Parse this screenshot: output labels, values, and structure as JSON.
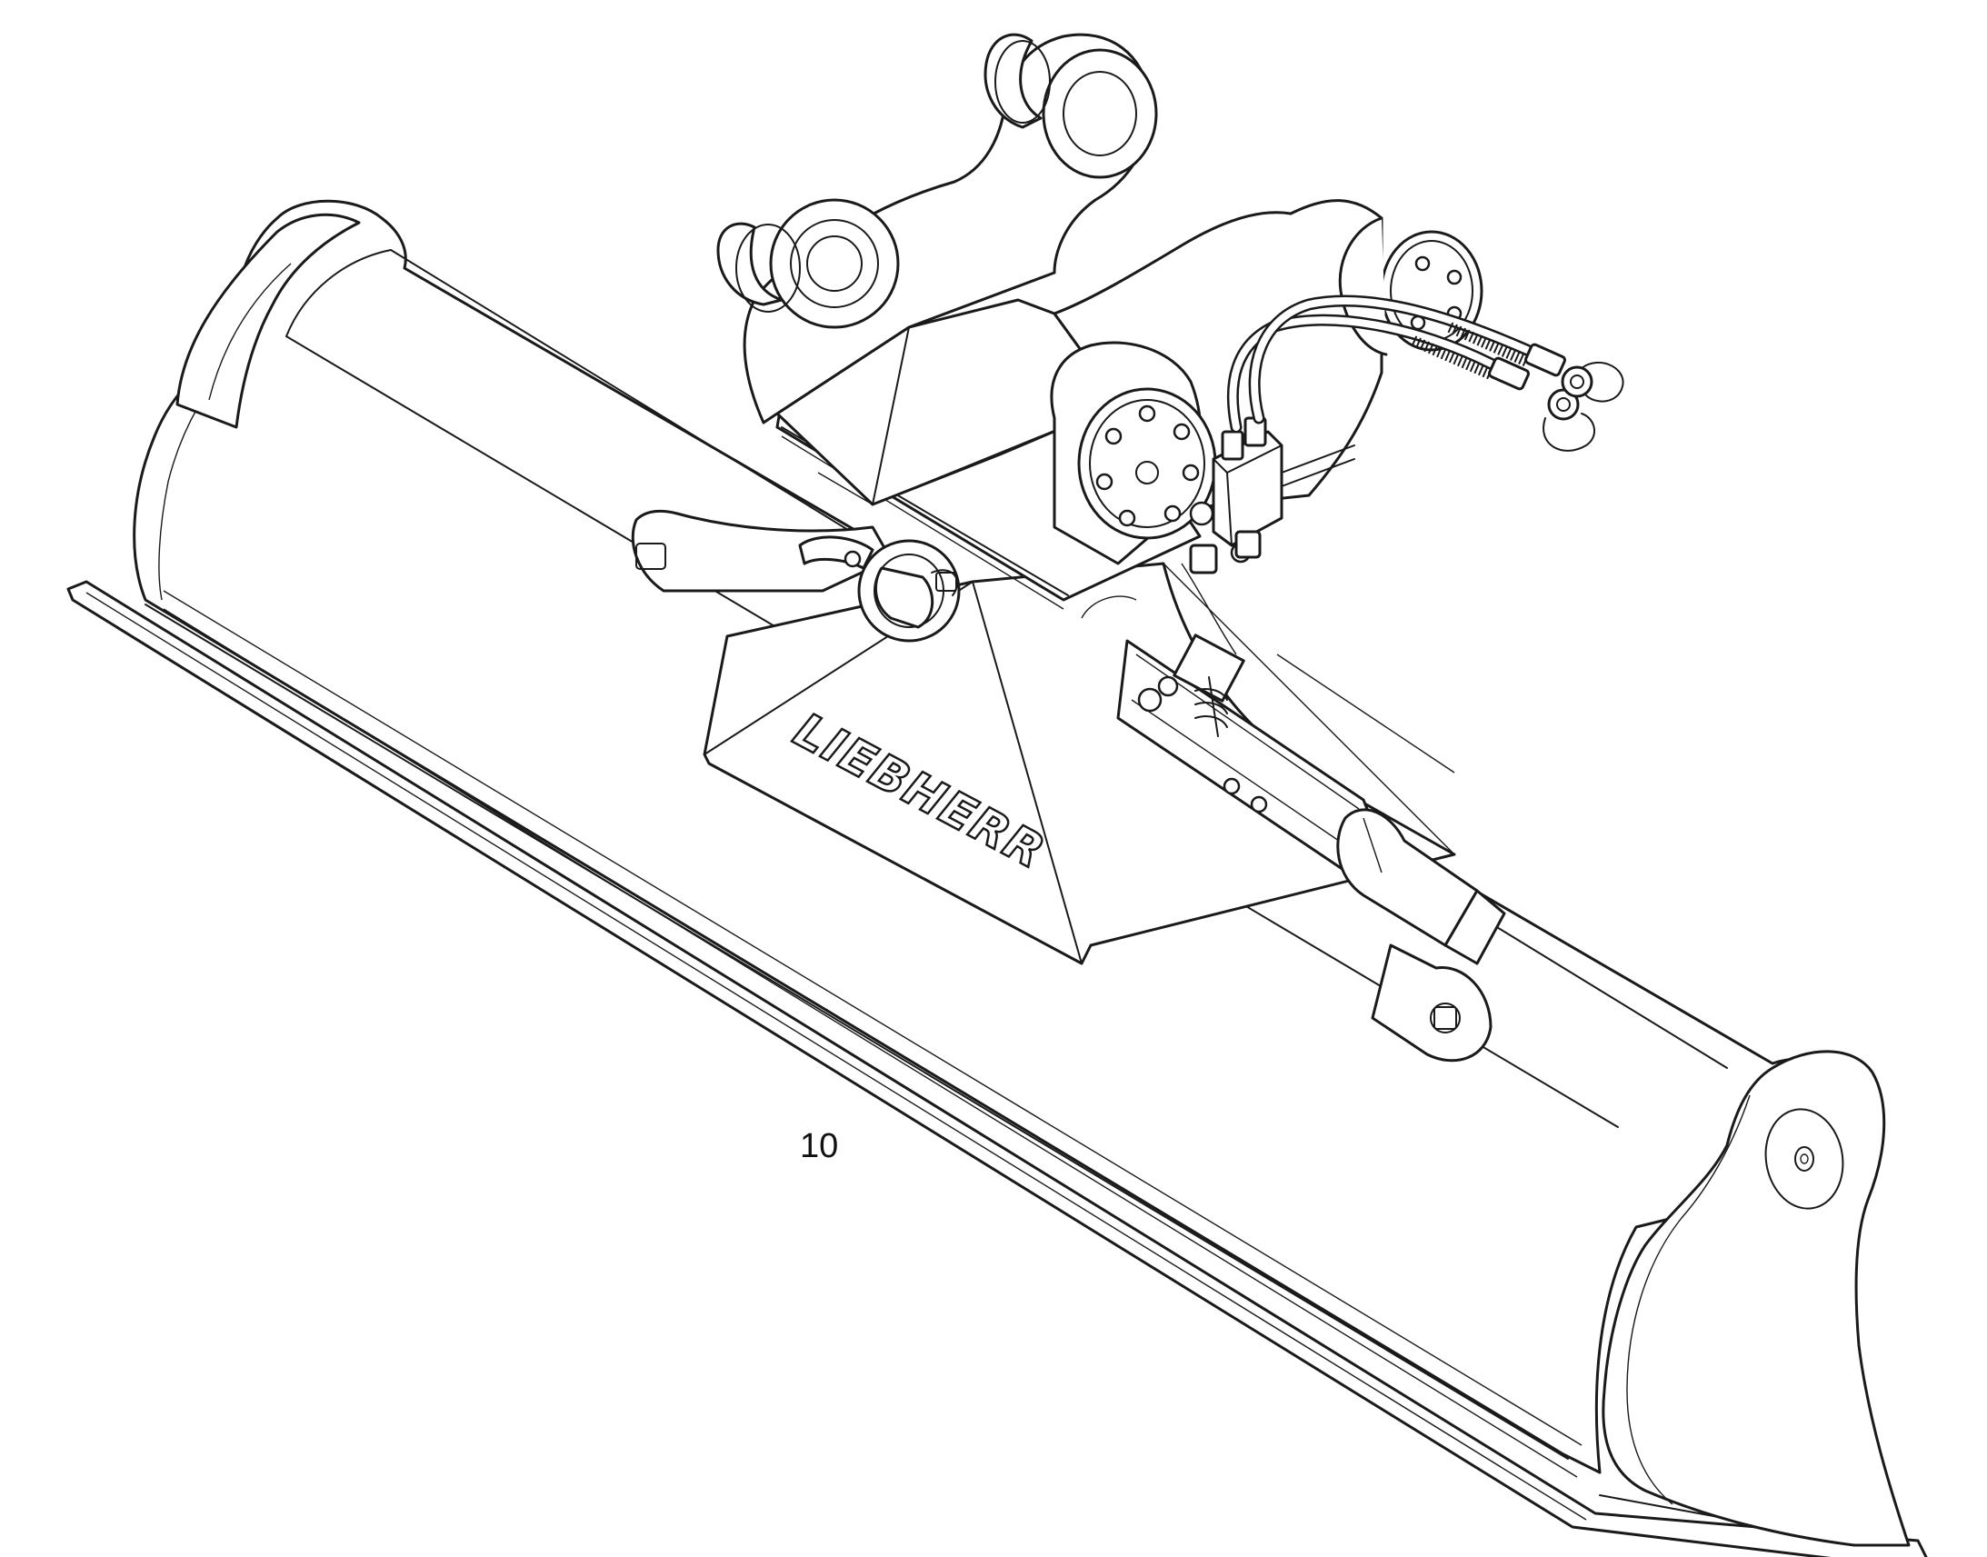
{
  "drawing": {
    "subject": "tilting-ditch-cleaning-bucket",
    "brand_mark": "LIEBHERR",
    "figure_number": "10",
    "line_color": "#1a1a1a",
    "background_color": "#ffffff"
  }
}
